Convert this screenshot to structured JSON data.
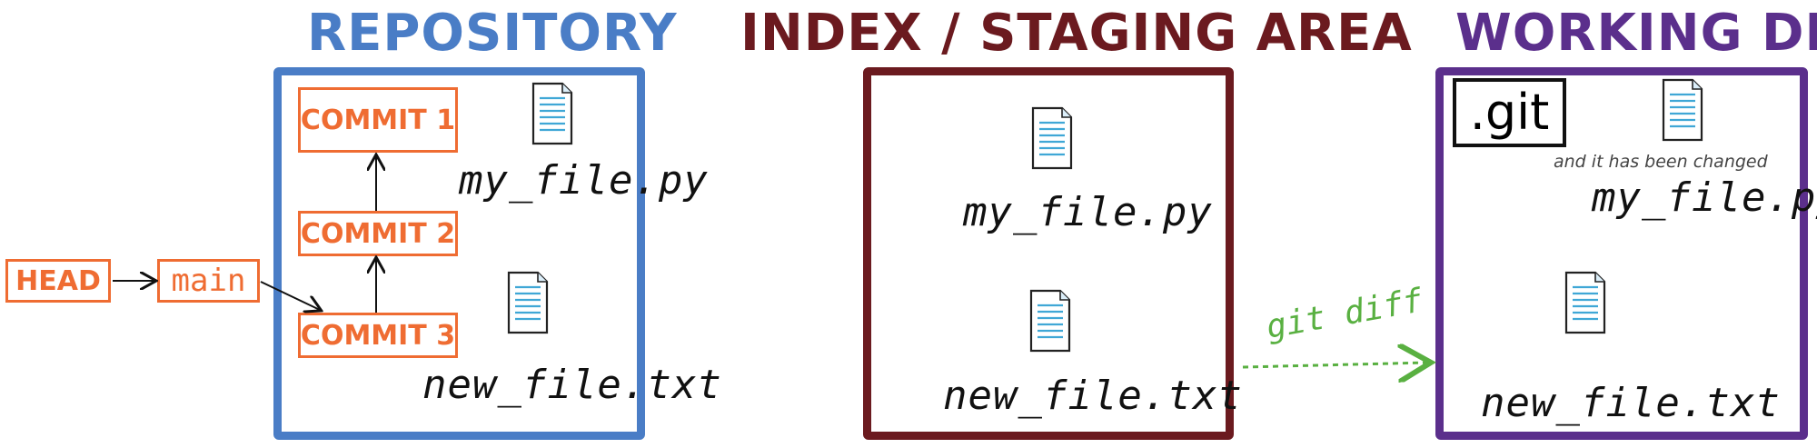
{
  "sections": {
    "repository": {
      "title": "REPOSITORY",
      "color": "#4a7dc6"
    },
    "index": {
      "title": "INDEX / STAGING AREA",
      "color": "#6b1a1f"
    },
    "working": {
      "title": "WORKING DIR",
      "color": "#5b2f8c"
    }
  },
  "refs": {
    "head": "HEAD",
    "branch": "main"
  },
  "commits": [
    "COMMIT 1",
    "COMMIT 2",
    "COMMIT 3"
  ],
  "repository_files": [
    "my_file.py",
    "new_file.txt"
  ],
  "index_files": [
    "my_file.py",
    "new_file.txt"
  ],
  "working_files": [
    "my_file.py",
    "new_file.txt"
  ],
  "git_folder": ".git",
  "changed_note": "and it has been changed",
  "diff_label": "git diff",
  "colors": {
    "commit": "#ef6c32",
    "diff": "#59b041",
    "file_icon_lines": "#3fa7d6"
  },
  "icons": {
    "file": "document-icon"
  }
}
